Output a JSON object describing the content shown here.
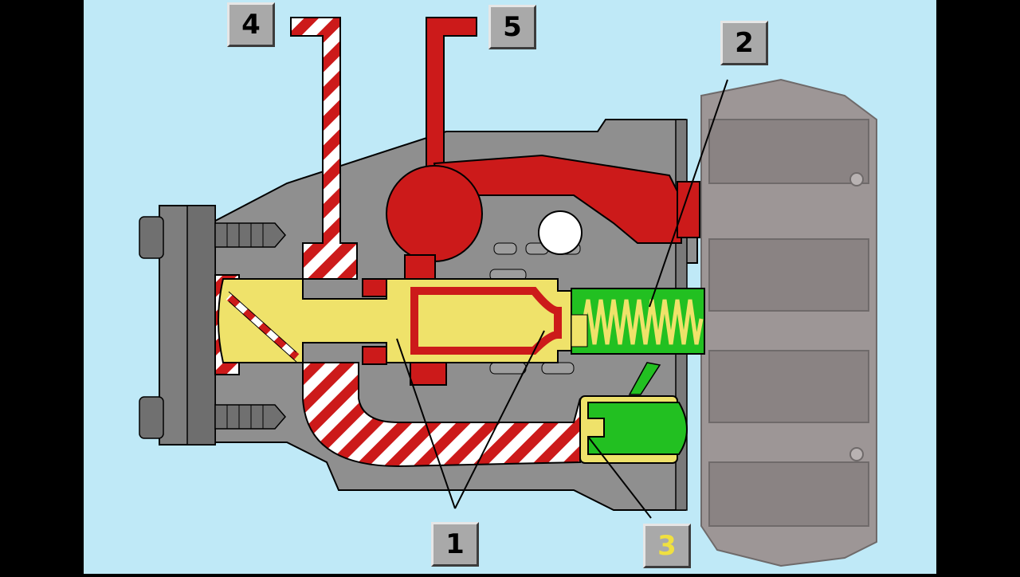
{
  "labels": {
    "l1": "1",
    "l2": "2",
    "l3": "3",
    "l4": "4",
    "l5": "5"
  },
  "colors": {
    "background": "#bfe9f7",
    "housing": "#8f8f8f",
    "pressure": "#cc1a1a",
    "piston": "#efe26a",
    "spring_chamber": "#22c021",
    "outline": "#000000"
  }
}
